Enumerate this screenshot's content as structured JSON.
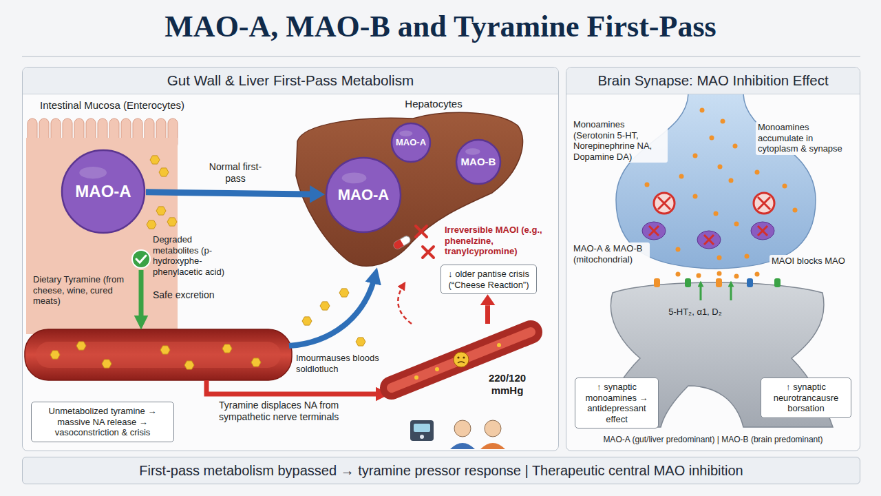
{
  "diagram": {
    "title": "MAO-A, MAO-B and Tyramine First-Pass",
    "caption": "First-pass metabolism bypassed → tyramine pressor response | Therapeutic central MAO inhibition",
    "nodes": [
      {
        "text": [
          "Gut Wall & Liver First-Pass Metabolism"
        ]
      },
      {
        "text": [
          "MAO-A"
        ],
        "in": 0
      },
      {
        "text": [
          "MAO-A"
        ],
        "in": 0
      },
      {
        "text": [
          "MAO-A"
        ],
        "in": 0
      },
      {
        "text": [
          "MAO-B"
        ],
        "in": 0
      },
      {
        "text": [
          "↓ older pantise crisis (“Cheese Reaction”)"
        ],
        "in": 0
      },
      {
        "text": [
          "220/120 mmHg"
        ],
        "in": 0
      },
      {
        "text": [
          "Unmetabolized tyramine → massive NA release → vasoconstriction & crisis"
        ],
        "in": 0
      },
      {
        "text": [
          "Brain Synapse: MAO Inhibition Effect"
        ]
      },
      {
        "text": [
          "↑ synaptic monoamines → antidepressant effect"
        ],
        "in": 8
      },
      {
        "text": [
          "↑ synaptic neurotrancausre borsation"
        ],
        "in": 8
      }
    ],
    "edges": [
      {
        "from": 1,
        "to": 3,
        "label": "Normal first-pass",
        "arrow": "to"
      },
      {
        "from": 6,
        "to": 5,
        "arrow": "to"
      }
    ],
    "labels": [
      "Intestinal Mucosa (Enterocytes)",
      "Hepatocytes",
      "Degraded metabolites (p-hydroxyphe- phenylacetic acid)",
      "Dietary Tyramine (from cheese, wine, cured meats)",
      "Safe excretion",
      "Irreversible MAOI (e.g., phenelzine, tranylcypromine)",
      "Imourmauses bloods soldlotluch",
      "Tyramine displaces NA from sympathetic nerve terminals",
      "Monoamines (Serotonin 5-HT, Norepinephrine NA, Dopamine DA)",
      "Monoamines accumulate in cytoplasm & synapse",
      "MAO-A & MAO-B (mitochondrial)",
      "MAOI blocks MAO",
      "5-HT₂, α1, D₂",
      "MAO-A (gut/liver predominant) | MAO-B (brain predominant)"
    ]
  }
}
